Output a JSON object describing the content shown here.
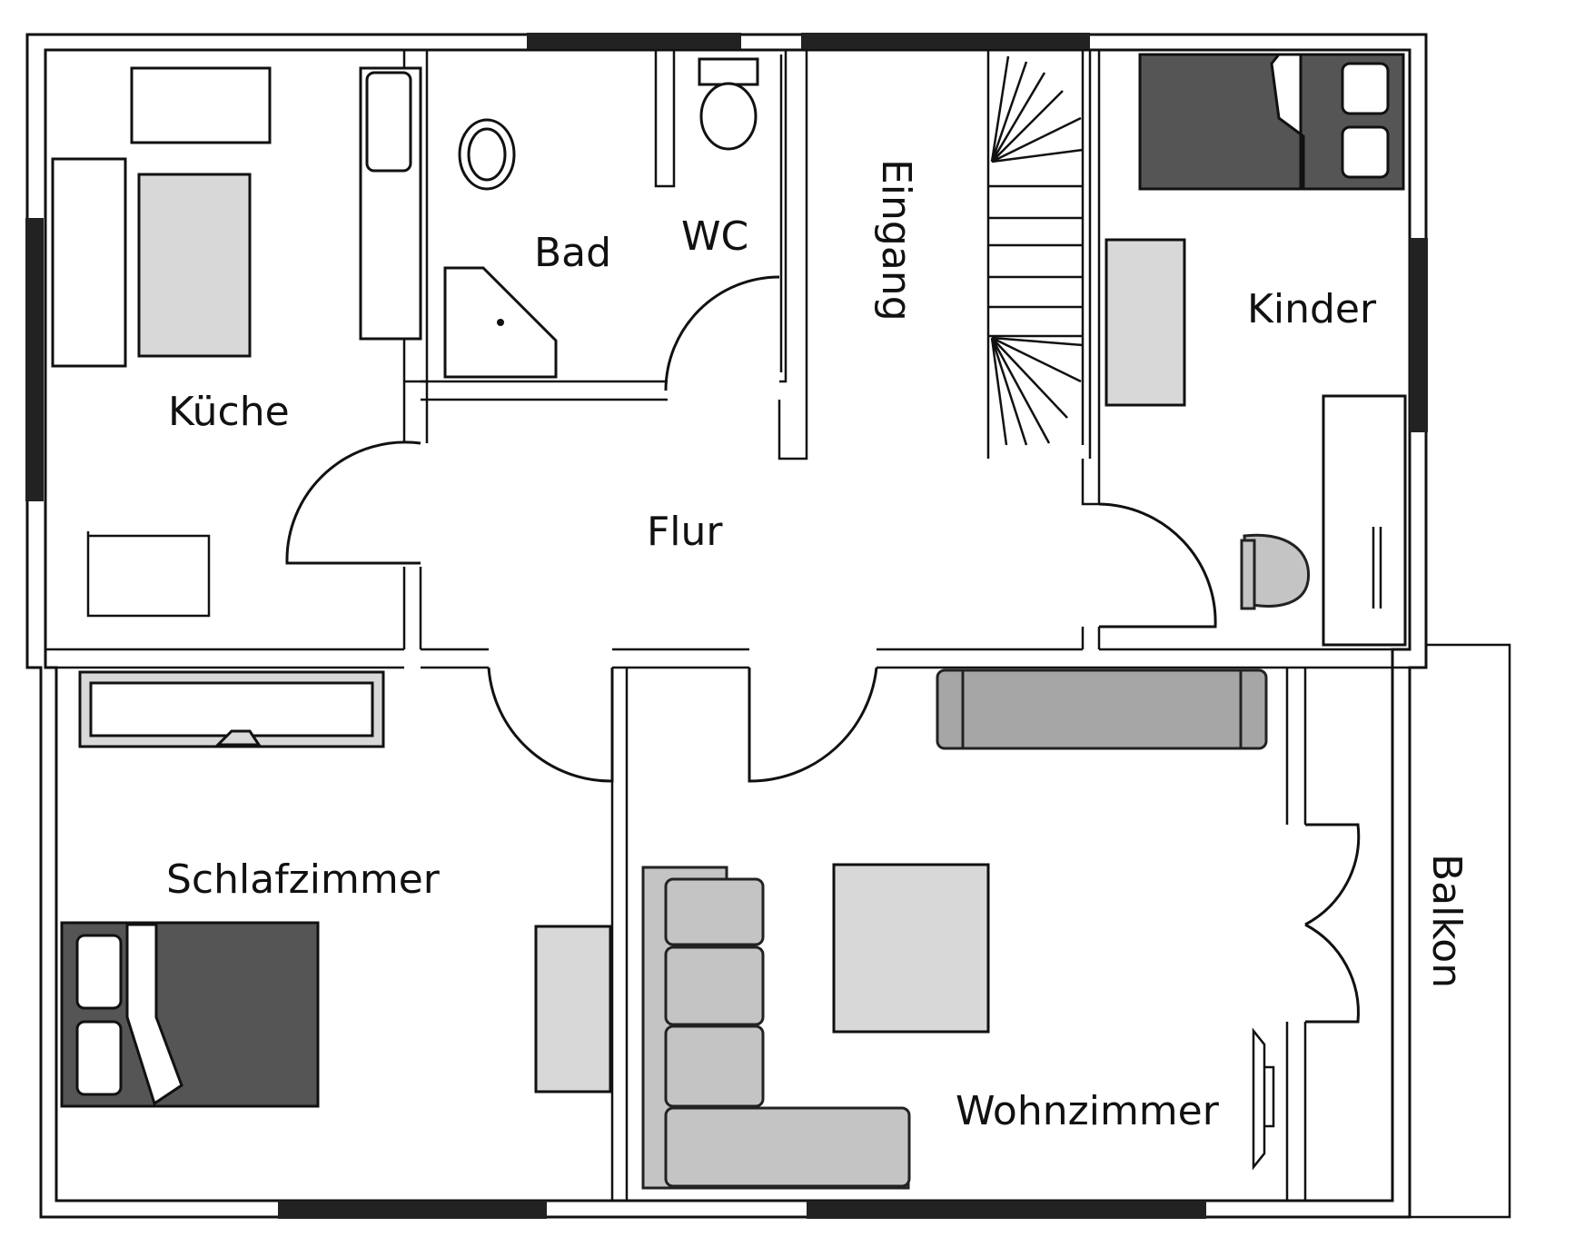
{
  "rooms": {
    "kueche": "Küche",
    "bad": "Bad",
    "wc": "WC",
    "eingang": "Eingang",
    "kinder": "Kinder",
    "flur": "Flur",
    "schlafzimmer": "Schlafzimmer",
    "wohnzimmer": "Wohnzimmer",
    "balkon": "Balkon"
  },
  "colors": {
    "wall": "#111111",
    "window": "#222222",
    "light_furniture": "#d8d8d8",
    "sofa": "#c4c4c4",
    "dark_bed": "#555555"
  }
}
